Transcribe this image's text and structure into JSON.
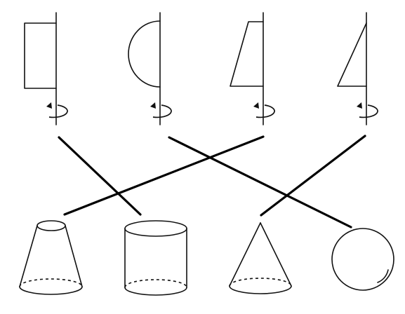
{
  "rotating_shapes": [
    {
      "id": "A",
      "shape": "rectangle",
      "icon": "rectangle-icon"
    },
    {
      "id": "B",
      "shape": "semicircle",
      "icon": "semicircle-icon"
    },
    {
      "id": "C",
      "shape": "right-trapezoid",
      "icon": "trapezoid-icon"
    },
    {
      "id": "D",
      "shape": "right-triangle",
      "icon": "triangle-icon"
    }
  ],
  "solids": [
    {
      "id": "1",
      "shape": "frustum",
      "icon": "frustum-icon"
    },
    {
      "id": "2",
      "shape": "cylinder",
      "icon": "cylinder-icon"
    },
    {
      "id": "3",
      "shape": "cone",
      "icon": "cone-icon"
    },
    {
      "id": "4",
      "shape": "sphere",
      "icon": "sphere-icon"
    }
  ],
  "matches": [
    {
      "from": "rectangle",
      "to": "cylinder"
    },
    {
      "from": "semicircle",
      "to": "sphere"
    },
    {
      "from": "right-trapezoid",
      "to": "frustum"
    },
    {
      "from": "right-triangle",
      "to": "cone"
    }
  ],
  "colors": {
    "stroke": "#111111",
    "background": "#ffffff"
  }
}
